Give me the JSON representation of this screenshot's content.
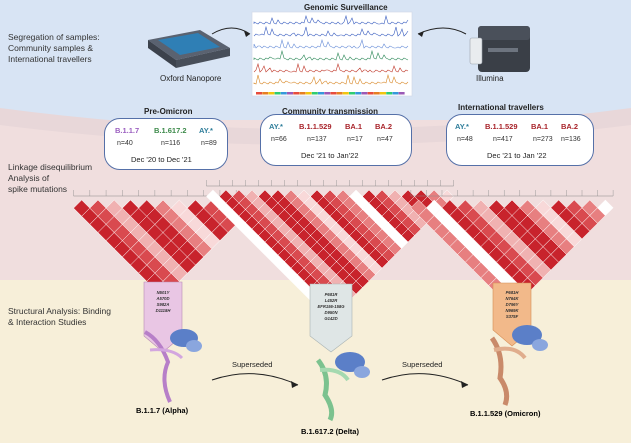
{
  "header": {
    "title": "Genomic Surveillance",
    "segregation_label": "Segregation of samples:\nCommunity samples &\nInternational travellers",
    "left_device": "Oxford Nanopore",
    "right_device": "Illumina"
  },
  "panels": [
    {
      "title": "Pre-Omicron",
      "variants": [
        {
          "name": "B.1.1.7",
          "count": "n=40",
          "color": "#9b5fc0"
        },
        {
          "name": "B.1.617.2",
          "count": "n=116",
          "color": "#3c8a4a"
        },
        {
          "name": "AY.*",
          "count": "n=89",
          "color": "#2e7d9a"
        }
      ],
      "date": "Dec '20 to Dec '21"
    },
    {
      "title": "Community transmission",
      "variants": [
        {
          "name": "AY.*",
          "count": "n=66",
          "color": "#2e7d9a"
        },
        {
          "name": "B.1.1.529",
          "count": "n=137",
          "color": "#a8232a"
        },
        {
          "name": "BA.1",
          "count": "n=17",
          "color": "#a8232a"
        },
        {
          "name": "BA.2",
          "count": "n=47",
          "color": "#a8232a"
        }
      ],
      "date": "Dec '21 to Jan'22"
    },
    {
      "title": "International travellers",
      "variants": [
        {
          "name": "AY.*",
          "count": "n=48",
          "color": "#2e7d9a"
        },
        {
          "name": "B.1.1.529",
          "count": "n=417",
          "color": "#a8232a"
        },
        {
          "name": "BA.1",
          "count": "n=273",
          "color": "#a8232a"
        },
        {
          "name": "BA.2",
          "count": "n=136",
          "color": "#a8232a"
        }
      ],
      "date": "Dec '21 to Jan '22"
    }
  ],
  "linkage_label": "Linkage disequilibrium\nAnalysis of\nspike mutations",
  "structural_label": "Structural Analysis: Binding\n& Interaction Studies",
  "mutations": {
    "alpha": [
      "N501Y",
      "A570D",
      "S982A",
      "D1118H"
    ],
    "delta": [
      "P681R",
      "L452R",
      "EFR156-158G",
      "D950N",
      "G142D"
    ],
    "omicron": [
      "P681H",
      "N764K",
      "D796Y",
      "N969K",
      "S375F"
    ]
  },
  "structures": {
    "alpha": "B.1.1.7 (Alpha)",
    "delta": "B.1.617.2 (Delta)",
    "omicron": "B.1.1.529 (Omicron)"
  },
  "arrows": {
    "first": "Superseded",
    "second": "Superseded"
  },
  "colors": {
    "box_border": "#5570a8",
    "alpha_pointer": "#e9c6e4",
    "delta_pointer": "#dfe6e6",
    "omicron_pointer": "#f2b98a",
    "heatmap_red": "#c8232c"
  }
}
